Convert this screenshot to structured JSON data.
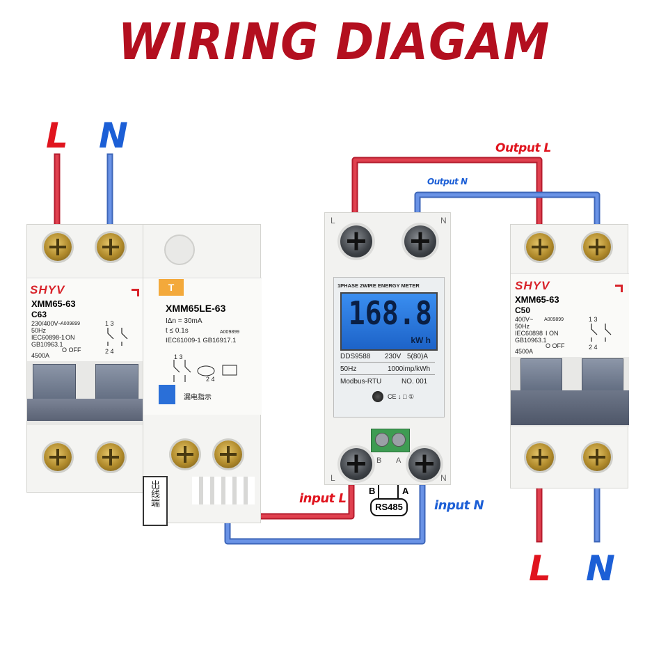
{
  "title": "WIRING DIAGAM",
  "source_labels": {
    "L": "L",
    "N": "N"
  },
  "load_labels": {
    "L": "L",
    "N": "N"
  },
  "wire_labels": {
    "output_l": "Output L",
    "output_n": "Output N",
    "input_l": "input L",
    "input_n": "input N"
  },
  "breaker_left": {
    "brand": "SHYV",
    "model": "XMM65-63",
    "rating": "C63",
    "voltage": "230/400V~",
    "freq": "50Hz",
    "std1": "IEC60898-1",
    "std2": "GB10963.1",
    "capacity": "4500A",
    "on": "I ON",
    "off": "O OFF",
    "cert": "A009899",
    "terms_top": "1 3",
    "terms_bot": "2 4"
  },
  "rcd": {
    "model": "XMM65LE-63",
    "current": "IΔn = 30mA",
    "time": "t   ≤ 0.1s",
    "std": "IEC61009-1 GB16917.1",
    "test_button": "T",
    "indicator": "漏电指示",
    "outlet": "出线端",
    "cert": "A009899",
    "terms_top": "1 3",
    "terms_bot": "2 4"
  },
  "meter": {
    "header": "1PHASE 2WIRE ENERGY METER",
    "reading": "168.8",
    "unit": "kW h",
    "line1_left": "DDS9588",
    "line1_mid": "230V",
    "line1_right": "5(80)A",
    "line2_left": "50Hz",
    "line2_right": "1000imp/kWh",
    "line3_left": "Modbus-RTU",
    "line3_right": "NO. 001",
    "icons": "CE ↓ □ ①",
    "top_l": "L",
    "top_n": "N",
    "bot_l": "L",
    "bot_n": "N",
    "term_b": "B",
    "term_a": "A",
    "rs485_b": "B",
    "rs485_a": "A",
    "rs485": "RS485"
  },
  "breaker_right": {
    "brand": "SHYV",
    "model": "XMM65-63",
    "rating": "C50",
    "voltage": "400V~",
    "freq": "50Hz",
    "std1": "IEC60898",
    "std2": "GB10963.1",
    "capacity": "4500A",
    "on": "I ON",
    "off": "O OFF",
    "cert": "A009899",
    "terms_top": "1 3",
    "terms_bot": "2 4"
  },
  "colors": {
    "title": "#b30f1f",
    "live": "#e0141e",
    "neutral": "#1c5fd6",
    "wire_live": "#d9243a",
    "wire_neutral": "#4f7fd8"
  }
}
